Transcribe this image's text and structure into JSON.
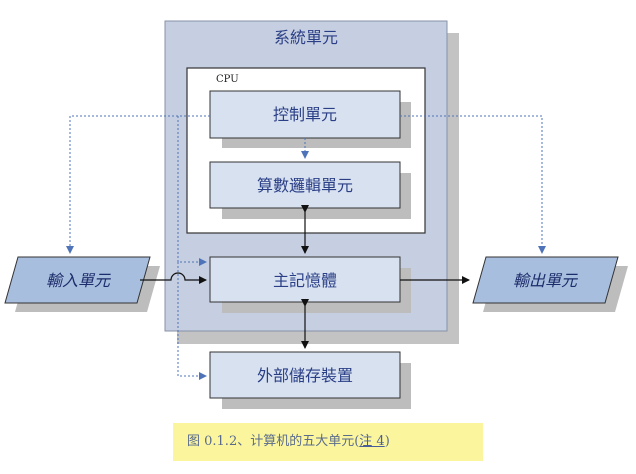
{
  "diagram": {
    "system_unit": "系統單元",
    "cpu": "CPU",
    "control_unit": "控制單元",
    "alu": "算數邏輯單元",
    "main_memory": "主記憶體",
    "input_unit": "輸入單元",
    "output_unit": "輸出單元",
    "external_storage": "外部儲存裝置"
  },
  "caption": {
    "text": "图 0.1.2、计算机的五大单元(",
    "note": "注 4",
    "close": ")"
  },
  "colors": {
    "system_fill": "#c6cfe1",
    "box_fill": "#d7e1f0",
    "parallelogram_fill": "#a8bede",
    "text": "#2b3f86",
    "dotted_line": "#4f73b8",
    "caption_bg": "#fbf69e"
  }
}
